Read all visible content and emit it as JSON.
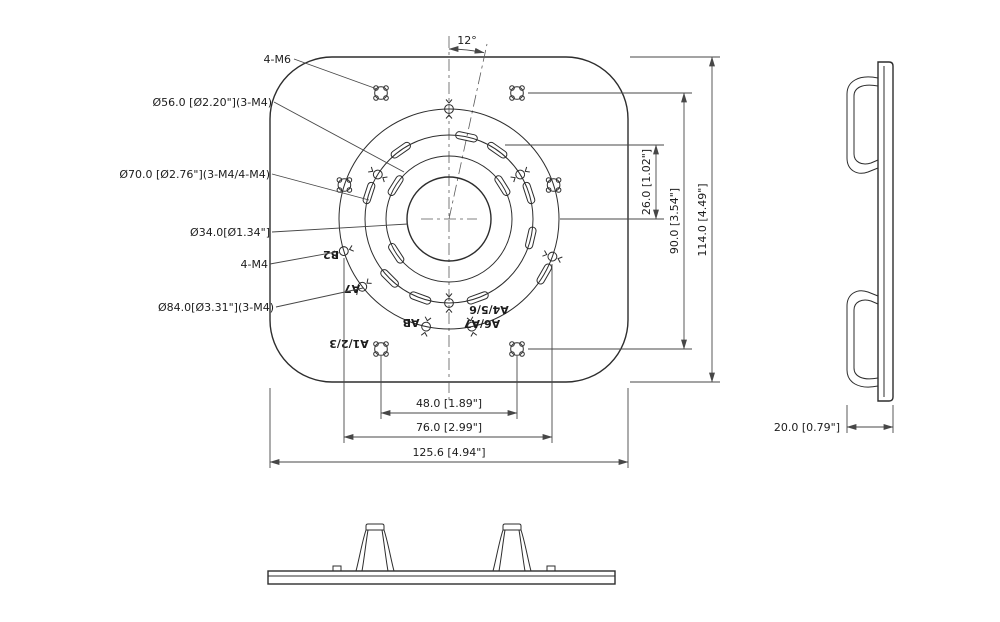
{
  "front": {
    "callouts": {
      "m6": "4-M6",
      "d56": "Ø56.0 [Ø2.20\"](3-M4)",
      "d70": "Ø70.0 [Ø2.76\"](3-M4/4-M4)",
      "d34": "Ø34.0[Ø1.34\"]",
      "m4": "4-M4",
      "d84": "Ø84.0[Ø3.31\"](3-M4)"
    },
    "hole_labels": {
      "b2": "B2",
      "a7": "A7",
      "a123": "A1/2/3",
      "ab": "AB",
      "a456": "A4/5/6",
      "a6a7": "A6/A7"
    },
    "dims": {
      "angle": "12°",
      "v26": "26.0 [1.02\"]",
      "v90": "90.0 [3.54\"]",
      "v114": "114.0 [4.49\"]",
      "h48": "48.0 [1.89\"]",
      "h76": "76.0 [2.99\"]",
      "h125": "125.6 [4.94\"]"
    }
  },
  "side": {
    "dims": {
      "d20": "20.0 [0.79\"]"
    }
  },
  "colors": {
    "ink": "#2d2d2d",
    "dim_lines": "#474747",
    "background": "#ffffff"
  }
}
